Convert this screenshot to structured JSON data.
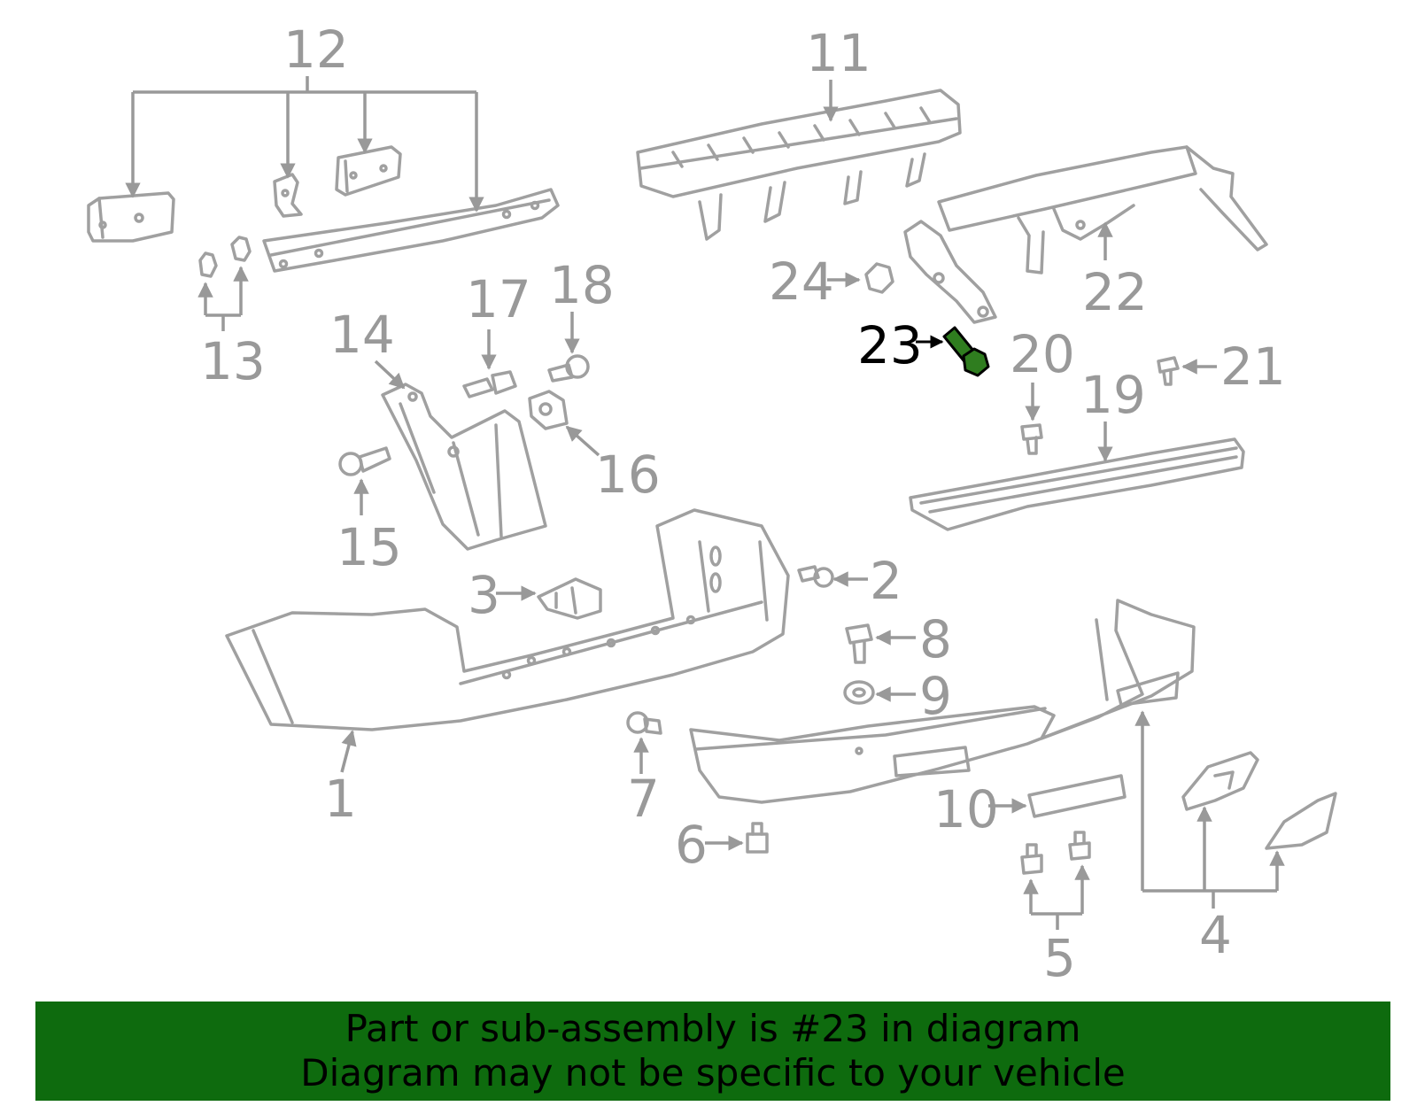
{
  "callouts": [
    "1",
    "2",
    "3",
    "4",
    "5",
    "6",
    "7",
    "8",
    "9",
    "10",
    "11",
    "12",
    "13",
    "14",
    "15",
    "16",
    "17",
    "18",
    "19",
    "20",
    "21",
    "22",
    "23",
    "24"
  ],
  "highlighted_part": "23",
  "colors": {
    "banner_bg": "#0e6b0e",
    "part_line": "#a0a0a0",
    "highlight_fill": "#2f7d1f"
  },
  "banner": {
    "line1": "Part or sub-assembly is #23 in diagram",
    "line2": "Diagram may not be specific to your vehicle"
  }
}
